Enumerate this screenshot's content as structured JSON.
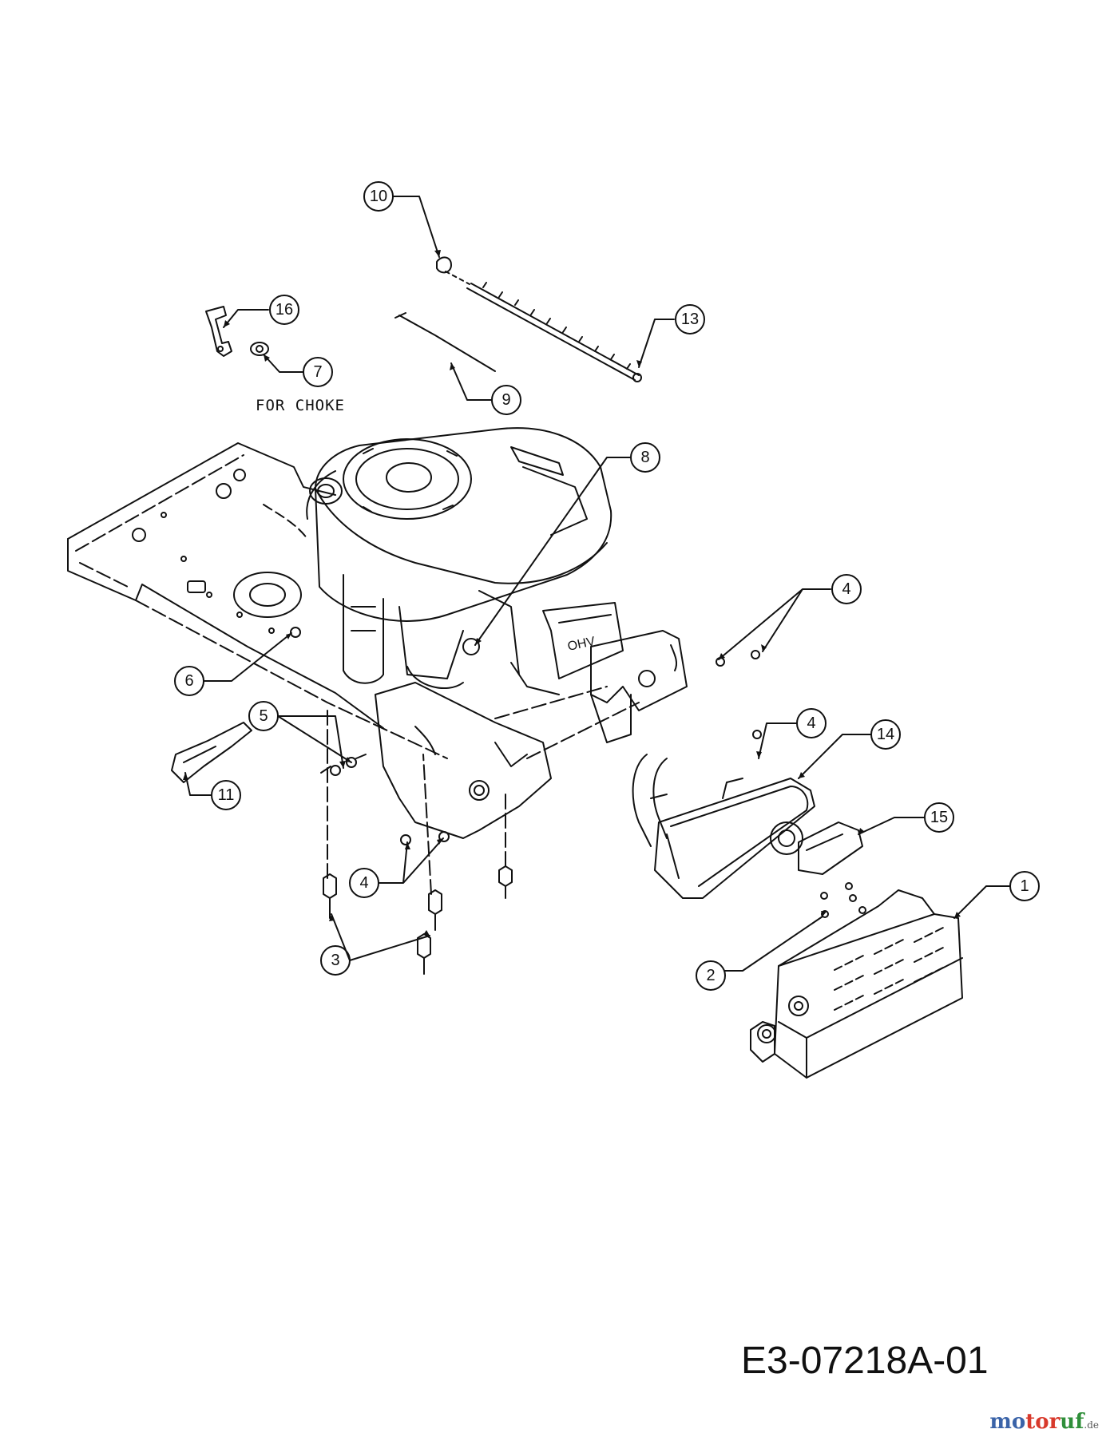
{
  "diagram": {
    "callouts": [
      {
        "id": "c10",
        "label": "10"
      },
      {
        "id": "c16",
        "label": "16"
      },
      {
        "id": "c13",
        "label": "13"
      },
      {
        "id": "c7",
        "label": "7"
      },
      {
        "id": "c9",
        "label": "9"
      },
      {
        "id": "c8",
        "label": "8"
      },
      {
        "id": "c4a",
        "label": "4"
      },
      {
        "id": "c6",
        "label": "6"
      },
      {
        "id": "c5",
        "label": "5"
      },
      {
        "id": "c4b",
        "label": "4"
      },
      {
        "id": "c14",
        "label": "14"
      },
      {
        "id": "c11",
        "label": "11"
      },
      {
        "id": "c15",
        "label": "15"
      },
      {
        "id": "c4c",
        "label": "4"
      },
      {
        "id": "c1",
        "label": "1"
      },
      {
        "id": "c3",
        "label": "3"
      },
      {
        "id": "c2",
        "label": "2"
      }
    ],
    "annotation": "FOR CHOKE",
    "drawing_code": "E3-07218A-01"
  },
  "watermark": {
    "part1": "mo",
    "part2": "tor",
    "part3": "uf",
    "suffix": ".de"
  }
}
